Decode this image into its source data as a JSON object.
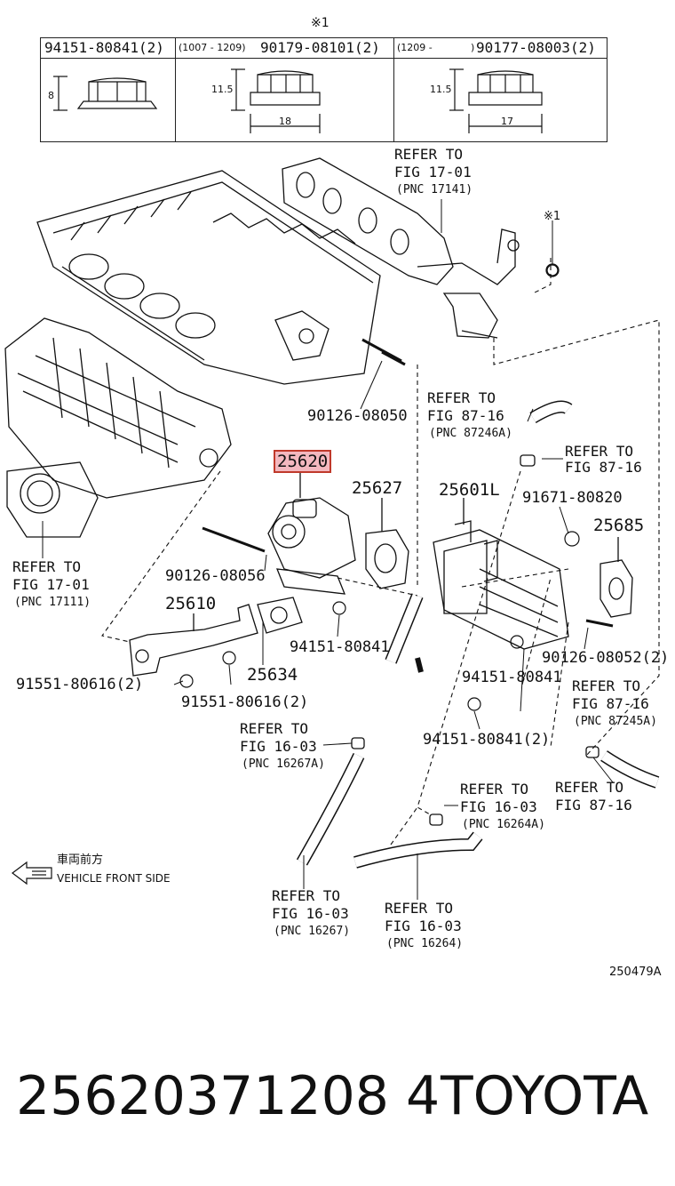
{
  "note_mark": "※1",
  "table": {
    "col1": {
      "part": "94151-80841(2)",
      "dim": "8"
    },
    "col2": {
      "range": "(1007 - 1209)",
      "part": "90179-08101(2)",
      "dim_h": "11.5",
      "dim_w": "18"
    },
    "col3": {
      "range": "(1209 -",
      "paren": ")",
      "part": "90177-08003(2)",
      "dim_h": "11.5",
      "dim_w": "17"
    }
  },
  "refs": {
    "r17141": {
      "line1": "REFER TO",
      "line2": "FIG 17-01",
      "pnc": "(PNC 17141)"
    },
    "r87246": {
      "line1": "REFER TO",
      "line2": "FIG 87-16",
      "pnc": "(PNC 87246A)"
    },
    "r8716_a": {
      "line1": "REFER TO",
      "line2": "FIG 87-16"
    },
    "r17111": {
      "line1": "REFER TO",
      "line2": "FIG 17-01",
      "pnc": "(PNC 17111)"
    },
    "r87245": {
      "line1": "REFER TO",
      "line2": "FIG 87-16",
      "pnc": "(PNC 87245A)"
    },
    "r16267a": {
      "line1": "REFER TO",
      "line2": "FIG 16-03",
      "pnc": "(PNC 16267A)"
    },
    "r16264a": {
      "line1": "REFER TO",
      "line2": "FIG 16-03",
      "pnc": "(PNC 16264A)"
    },
    "r8716_b": {
      "line1": "REFER TO",
      "line2": "FIG 87-16"
    },
    "r16267": {
      "line1": "REFER TO",
      "line2": "FIG 16-03",
      "pnc": "(PNC 16267)"
    },
    "r16264": {
      "line1": "REFER TO",
      "line2": "FIG 16-03",
      "pnc": "(PNC 16264)"
    }
  },
  "parts": {
    "p_note1": "※1",
    "p_90126_08050": "90126-08050",
    "p_25620": "25620",
    "p_25627": "25627",
    "p_25601L": "25601L",
    "p_91671_80820": "91671-80820",
    "p_25685": "25685",
    "p_90126_08056": "90126-08056",
    "p_25610": "25610",
    "p_94151_80841_a": "94151-80841",
    "p_25634": "25634",
    "p_91551_80616_2a": "91551-80616(2)",
    "p_91551_80616_2b": "91551-80616(2)",
    "p_94151_80841_b": "94151-80841",
    "p_90126_08052_2": "90126-08052(2)",
    "p_94151_80841_2": "94151-80841(2)"
  },
  "front": {
    "jp": "車両前方",
    "en": "VEHICLE FRONT SIDE"
  },
  "fig_code": "250479A",
  "footer": {
    "part_number": "25620371208 4",
    "brand": "TOYOTA"
  },
  "highlight_color": "#f3b8bf"
}
